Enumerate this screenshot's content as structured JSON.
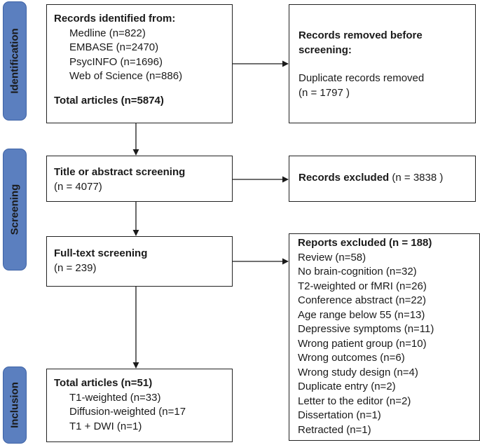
{
  "phases": {
    "identification": "Identification",
    "screening": "Screening",
    "inclusion": "Inclusion"
  },
  "identified": {
    "title": "Records identified from:",
    "sources": [
      "Medline (n=822)",
      "EMBASE (n=2470)",
      "PsycINFO (n=1696)",
      "Web of Science (n=886)"
    ],
    "total": "Total articles (n=5874)"
  },
  "removed": {
    "title_line1": "Records removed before",
    "title_line2": "screening:",
    "detail": "Duplicate records removed",
    "count": "(n = 1797 )"
  },
  "title_screening": {
    "title": "Title or abstract screening",
    "count": "(n = 4077)"
  },
  "records_excluded": {
    "label": "Records excluded",
    "count": " (n = 3838 )"
  },
  "fulltext": {
    "title": "Full-text screening",
    "count": "(n = 239)"
  },
  "reports_excluded": {
    "title": "Reports excluded (n = 188)",
    "reasons": [
      "Review (n=58)",
      "No brain-cognition (n=32)",
      "T2-weighted or fMRI (n=26)",
      "Conference abstract (n=22)",
      "Age range below 55 (n=13)",
      "Depressive symptoms (n=11)",
      "Wrong patient group  (n=10)",
      "Wrong outcomes (n=6)",
      "Wrong study design (n=4)",
      "Duplicate entry (n=2)",
      "Letter to the editor (n=2)",
      "Dissertation (n=1)",
      "Retracted (n=1)"
    ]
  },
  "included": {
    "title": "Total articles (n=51)",
    "items": [
      "T1-weighted (n=33)",
      "Diffusion-weighted (n=17",
      "T1 + DWI (n=1)"
    ]
  },
  "colors": {
    "phase_fill": "#5b7fbf",
    "phase_border": "#3e63a6",
    "box_border": "#222222"
  }
}
